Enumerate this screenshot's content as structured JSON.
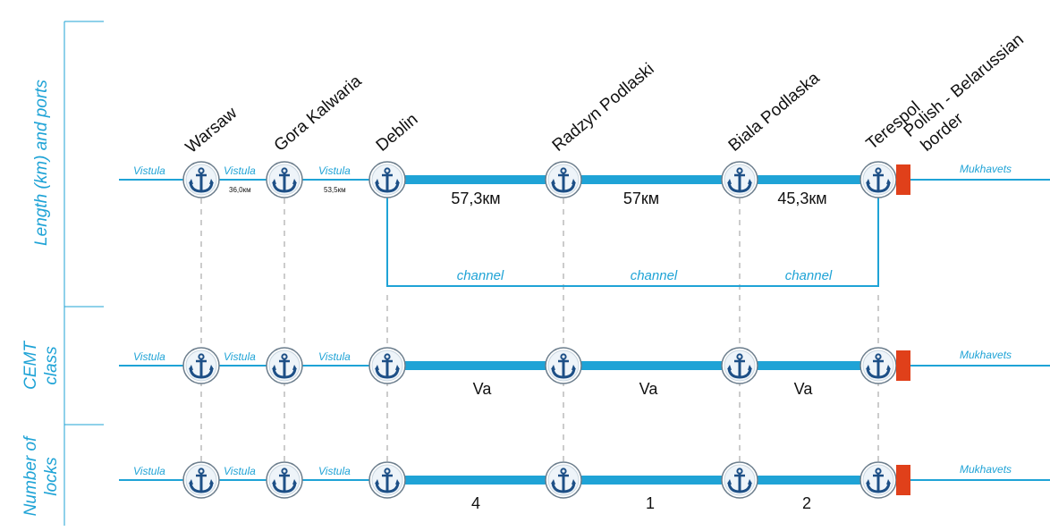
{
  "row_labels": {
    "length": "Length (km) and ports",
    "cemt_1": "CEMT",
    "cemt_2": "class",
    "locks_1": "Number of",
    "locks_2": "locks"
  },
  "cities": {
    "warsaw": "Warsaw",
    "gora_kalwaria": "Gora Kalwaria",
    "deblin": "Deblin",
    "radzyn": "Radzyn Podlaski",
    "biala": "Biala Podlaska",
    "terespol": "Terespol",
    "border_1": "Polish - Belarussian",
    "border_2": "border"
  },
  "rivers": {
    "vistula": "Vistula",
    "mukhavets": "Mukhavets"
  },
  "small_distances": [
    "36,0км",
    "53,5км"
  ],
  "channel_label": "channel",
  "rows": {
    "length": [
      "57,3км",
      "57км",
      "45,3км"
    ],
    "cemt": [
      "Va",
      "Va",
      "Va"
    ],
    "locks": [
      "4",
      "1",
      "2"
    ]
  },
  "colors": {
    "accent": "#1fa3d6",
    "border_marker": "#e0401a",
    "anchor": "#1d4f86",
    "dashes": "#9a9a9a"
  },
  "icons": [
    "anchor-icon",
    "border-marker-icon"
  ]
}
